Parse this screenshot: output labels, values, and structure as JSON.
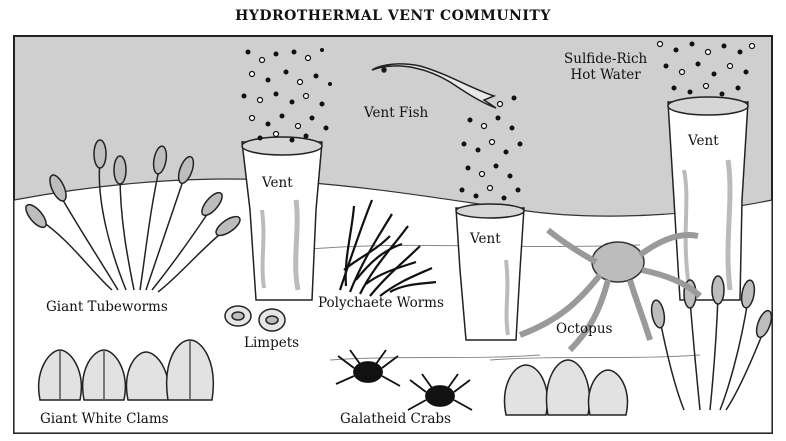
{
  "title": "HYDROTHERMAL VENT COMMUNITY",
  "labels": {
    "giant_tubeworms": "Giant Tubeworms",
    "limpets": "Limpets",
    "giant_white_clams": "Giant White Clams",
    "vent_left": "Vent",
    "vent_middle": "Vent",
    "vent_right": "Vent",
    "vent_fish": "Vent Fish",
    "sulfide_line1": "Sulfide-Rich",
    "sulfide_line2": "Hot Water",
    "polychaete_worms": "Polychaete Worms",
    "galatheid_crabs": "Galatheid Crabs",
    "octopus": "Octopus"
  }
}
